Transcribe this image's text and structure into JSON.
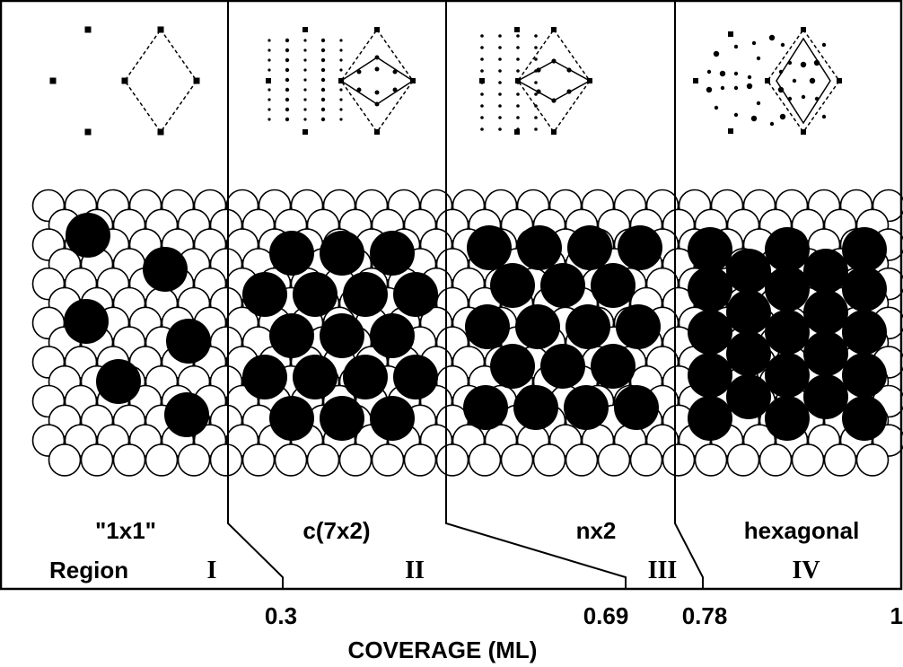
{
  "regions": [
    {
      "structure": "\"1x1\"",
      "region_prefix": "Region",
      "numeral": "I"
    },
    {
      "structure": "c(7x2)",
      "region_prefix": "",
      "numeral": "II"
    },
    {
      "structure": "nx2",
      "region_prefix": "",
      "numeral": "III"
    },
    {
      "structure": "hexagonal",
      "region_prefix": "",
      "numeral": "IV"
    }
  ],
  "axis": {
    "label": "COVERAGE (ML)",
    "ticks": [
      "0.3",
      "0.69",
      "0.78",
      "1"
    ]
  },
  "colors": {
    "adsorbate": "#000000",
    "substrate": "#ffffff",
    "line": "#000000"
  }
}
